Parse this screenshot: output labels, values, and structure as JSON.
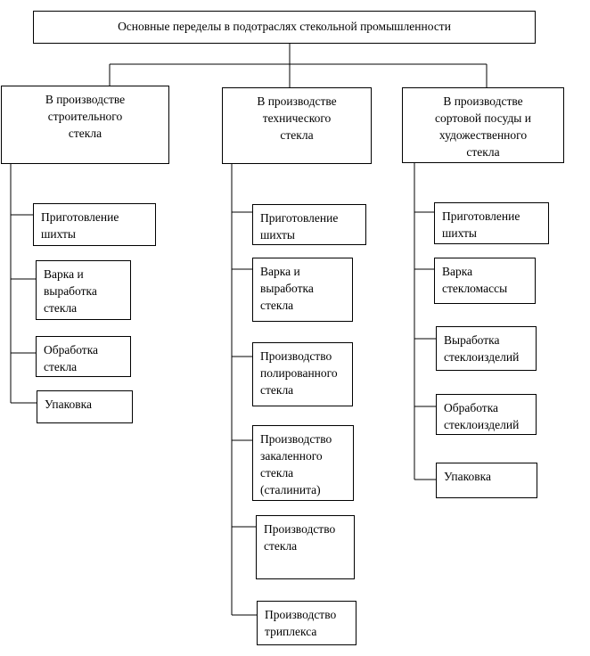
{
  "root": {
    "label": "Основные переделы в подотраслях стекольной промышленности"
  },
  "columns": [
    {
      "title": "В производстве\nстроительного\nстекла",
      "steps": [
        "Приготовление\nшихты",
        "Варка и\nвыработка\nстекла",
        "Обработка\nстекла",
        "Упаковка"
      ]
    },
    {
      "title": "В производстве\nтехнического\nстекла",
      "steps": [
        "Приготовление\nшихты",
        "Варка и\nвыработка\nстекла",
        "Производство\nполированного\nстекла",
        "Производство\nзакаленного\nстекла\n(сталинита)",
        "Производство\nстекла",
        "Производство\nтриплекса"
      ]
    },
    {
      "title": "В производстве\nсортовой посуды и\nхудожественного\nстекла",
      "steps": [
        "Приготовление\nшихты",
        "Варка\nстекломассы",
        "Выработка\nстеклоизделий",
        "Обработка\nстеклоизделий",
        "Упаковка"
      ]
    }
  ],
  "colors": {
    "line": "#000000",
    "background": "#ffffff"
  }
}
